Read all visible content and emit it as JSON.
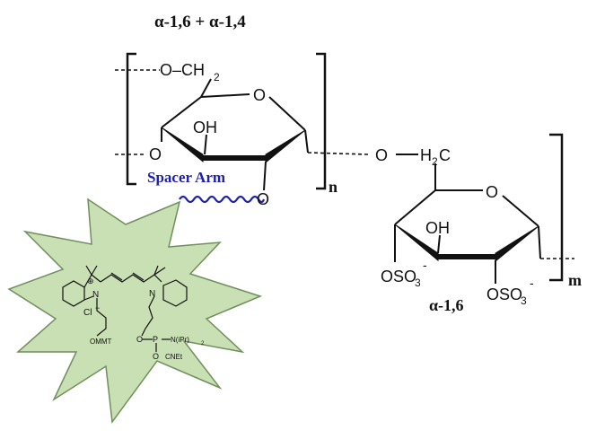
{
  "top_title": "α-1,6  + α-1,4",
  "left_unit": {
    "o_ch2_label": "O–CH",
    "ch2_subscript": "2",
    "ring_o": "O",
    "oh_label": "OH",
    "left_o": "O",
    "bottom_o": "O",
    "spacer_label": "Spacer Arm",
    "repeat_n": "n"
  },
  "right_unit": {
    "link_o": "O",
    "h2c_label": "H",
    "h2c_sub": "2",
    "h2c_c": "C",
    "ring_o": "O",
    "oh_label": "OH",
    "oso3_left": "OSO",
    "oso3_right": "OSO",
    "sub3": "3",
    "charge": "-",
    "repeat_m": "m",
    "linkage": "α-1,6"
  },
  "dye": {
    "plus": "⊕",
    "n_left": "N",
    "n_right": "N",
    "cl": "Cl",
    "cl_charge": "−",
    "ommt": "OMMT",
    "o1": "O",
    "p": "P",
    "nipr": "N(iPr)",
    "nipr_sub": "2",
    "o2": "O",
    "cnet": "CNEt"
  },
  "colors": {
    "burst_fill": "#c9dfb4",
    "burst_stroke": "#6f8f5c",
    "spacer": "#1f22a8",
    "ink": "#111111"
  }
}
